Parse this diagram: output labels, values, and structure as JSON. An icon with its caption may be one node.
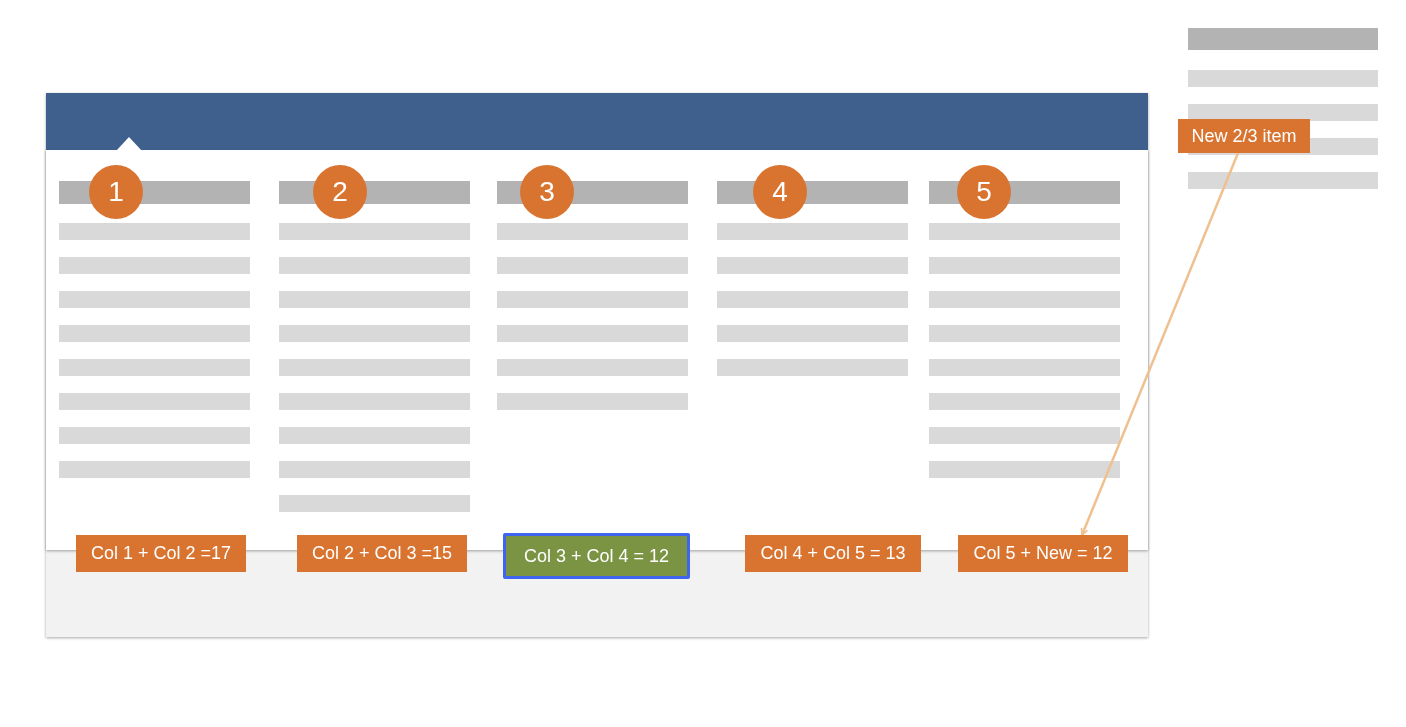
{
  "diagram": {
    "nodes": [
      {
        "text": [
          "1"
        ]
      },
      {
        "text": [
          "2"
        ]
      },
      {
        "text": [
          "3"
        ]
      },
      {
        "text": [
          "4"
        ]
      },
      {
        "text": [
          "5"
        ]
      },
      {
        "text": [
          "Col 1 + Col 2 =17"
        ]
      },
      {
        "text": [
          "Col 2 + Col 3 =15"
        ]
      },
      {
        "text": [
          "Col 3 + Col 4 = 12"
        ]
      },
      {
        "text": [
          "Col 4 + Col 5 = 13"
        ]
      },
      {
        "text": [
          "Col 5 + New = 12"
        ]
      },
      {
        "text": [
          "New 2/3 item"
        ]
      }
    ],
    "edges": [
      {
        "from": 10,
        "to": 9,
        "arrow": "to",
        "color": "#f0c08f"
      }
    ]
  }
}
